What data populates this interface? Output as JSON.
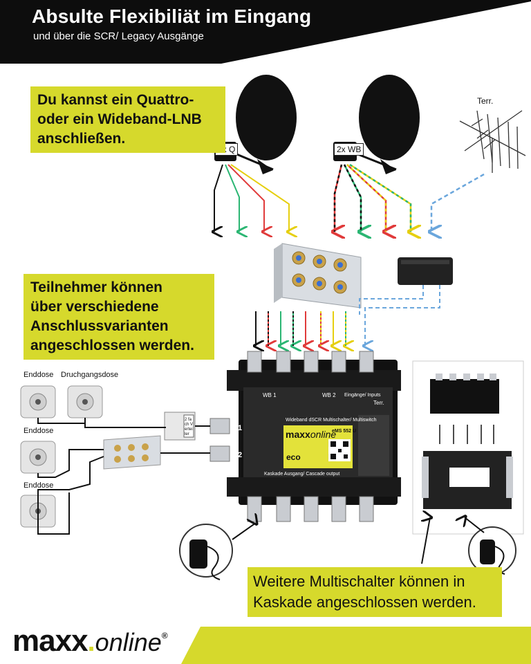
{
  "header": {
    "title": "Absulte Flexibiliät im Eingang",
    "subtitle": "und über die SCR/ Legacy Ausgänge"
  },
  "callouts": {
    "lnb": [
      "Du kannst ein Quattro-",
      "oder ein Wideband-LNB",
      "anschließen."
    ],
    "participants": [
      "Teilnehmer können",
      "über verschiedene",
      "Anschlussvarianten",
      "angeschlossen werden."
    ],
    "cascade": [
      "Weitere Multischalter können in",
      "Kaskade angeschlossen werden."
    ]
  },
  "labels": {
    "dish1": "1x Q",
    "dish2": "2x WB",
    "terr": "Terr.",
    "enddose1": "Enddose",
    "durchgangsdose": "Druchgangsdose",
    "enddose2": "Enddose",
    "enddose3": "Enddose"
  },
  "device": {
    "brand": "maxx",
    "brand_suffix": "online",
    "title": "Wideband dSCR Multischalter/ Multiswitch",
    "model": "eMS 552 U",
    "in_wb1": "WB 1",
    "in_wb2": "WB 2",
    "in_terr": "Terr.",
    "in_label": "Eingänge/ Inputs",
    "out_label": "Kaskade Ausgang/ Cascade output",
    "out1": "1",
    "out2": "2",
    "splitter": "2 fach Verteiler",
    "eco": "eco"
  },
  "footer": {
    "brand_main": "maxx",
    "brand_dot": ".",
    "brand_sub": "online",
    "brand_reg": "®"
  },
  "colors": {
    "band": "#0d0d0d",
    "accent": "#d6d92c",
    "green": "#2bb673",
    "red": "#e03a3a",
    "yellow": "#f2dc16",
    "blue": "#6aa6dc"
  }
}
